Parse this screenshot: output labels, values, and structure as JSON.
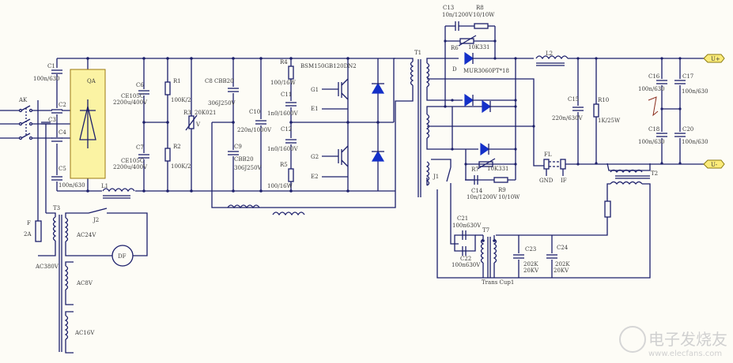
{
  "labels": {
    "C1": "C1",
    "C1v": "100n/630",
    "AK": "AK",
    "C2": "C2",
    "C3": "C3",
    "C4": "C4",
    "C5": "C5",
    "C5v": "100n/630",
    "QA": "QA",
    "L1": "L1",
    "C6": "C6",
    "C6t": "CE105C",
    "C6v": "2200u/400V",
    "C7": "C7",
    "C7t": "CE105C",
    "C7v": "2200u/400V",
    "R1": "R1",
    "R1v": "100K/2",
    "R2": "R2",
    "R2v": "100K/2",
    "R3": "R3",
    "R3v": "20K021",
    "R3s": "V",
    "C8": "C8 CBB20",
    "C8v": "306J250V",
    "C9": "C9",
    "C9t": "CBB20",
    "C9v": "306J250V",
    "C10": "C10",
    "C10v": "220n/1000V",
    "R4": "R4",
    "R4v": "100/16W",
    "C11": "C11",
    "C11v": "1n0/1600V",
    "C12": "C12",
    "C12v": "1n0/1600V",
    "R5": "R5",
    "R5v": "100/16W",
    "IGBT": "BSM150GB120DN2",
    "G1": "G1",
    "E1": "E1",
    "G2": "G2",
    "E2": "E2",
    "T1": "T1",
    "C13": "C13",
    "C13v": "10n/1200V",
    "R8": "R8",
    "R8v": "10/10W",
    "R6": "R6",
    "R6v": "10K331",
    "D": "D",
    "Dv": "MUR3060PT*18",
    "R7": "R7",
    "R7v": "10K331",
    "C14": "C14",
    "C14v": "10n/1200V",
    "R9": "R9",
    "R9v": "10/10W",
    "J1": "J1",
    "FL": "FL",
    "GND": "GND",
    "IF": "IF",
    "L2": "L2",
    "C15": "C15",
    "C15v": "220n/630V",
    "R10": "R10",
    "R10v": "1K/25W",
    "C16": "C16",
    "C16v": "100n/630",
    "C17": "C17",
    "C17v": "100n/630",
    "C18": "C18",
    "C18v": "100n/630",
    "C20": "C20",
    "C20v": "100n/630",
    "Uplus": "U+",
    "Uminus": "U-",
    "T2": "T2",
    "T3": "T3",
    "F": "F",
    "Fv": "2A",
    "J2": "J2",
    "AC24V": "AC24V",
    "DF": "DF",
    "AC380V": "AC380V",
    "AC8V": "AC8V",
    "AC16V": "AC16V",
    "C21": "C21",
    "C21v": "100n630V",
    "C22": "C22",
    "C22v": "100n630V",
    "T7": "T7",
    "TransCup1": "Trans Cup1",
    "C23": "C23",
    "C23v1": "202K",
    "C23v2": "20KV",
    "C24": "C24",
    "C24v1": "202K",
    "C24v2": "20KV"
  },
  "watermark": {
    "brand": "电子发烧友",
    "url": "www.elecfans.com"
  },
  "colors": {
    "wire": "#1c1f6b",
    "diode": "#1430c8",
    "module_fill": "#fbf3a3",
    "port_fill": "#fbeb7a",
    "background": "#fdfcf6"
  }
}
